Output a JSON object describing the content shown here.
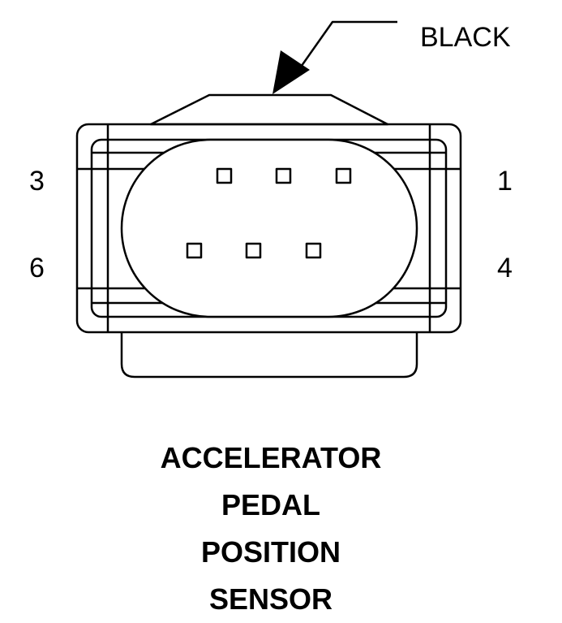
{
  "connector": {
    "color_label": "BLACK",
    "pins": {
      "top_left": "3",
      "top_right": "1",
      "bottom_left": "6",
      "bottom_right": "4"
    }
  },
  "title": {
    "lines": [
      "ACCELERATOR",
      "PEDAL",
      "POSITION",
      "SENSOR"
    ]
  },
  "colors": {
    "line": "#000000",
    "background": "#ffffff"
  }
}
